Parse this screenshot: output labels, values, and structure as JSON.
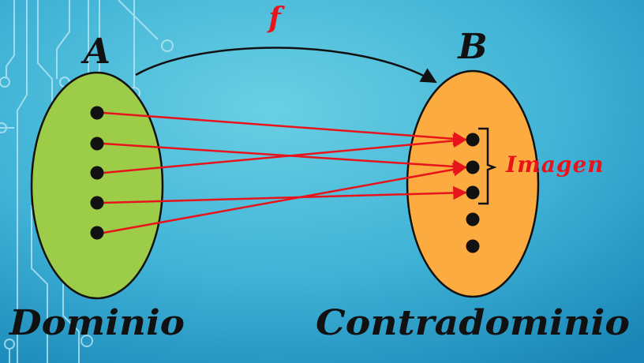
{
  "diagram": {
    "function_label": "f",
    "domain_set": {
      "label": "A",
      "region_label": "Dominio",
      "fill": "#9ccc48",
      "point_count": 5
    },
    "codomain_set": {
      "label": "B",
      "region_label": "Contradominio",
      "fill": "#fbab3f",
      "point_count": 5
    },
    "image_label": "Imagen",
    "mapping": [
      {
        "from": 1,
        "to": 1
      },
      {
        "from": 2,
        "to": 2
      },
      {
        "from": 3,
        "to": 1
      },
      {
        "from": 4,
        "to": 3
      },
      {
        "from": 5,
        "to": 2
      }
    ],
    "image_members": [
      1,
      2,
      3
    ],
    "colors": {
      "background_light": "#63cbe0",
      "background_dark": "#1a87b8",
      "arrow": "#e8141c",
      "label_accent": "#e8141c",
      "text": "#111111",
      "circuit": "#bfeaf5"
    }
  }
}
